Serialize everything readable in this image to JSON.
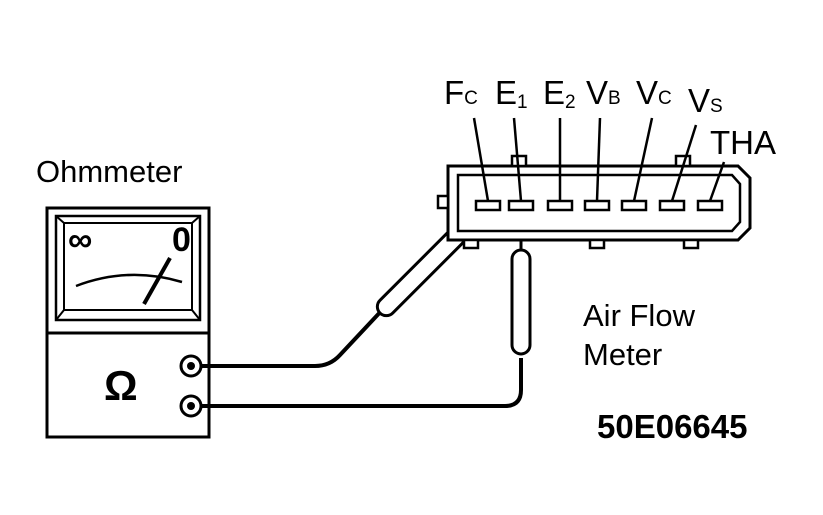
{
  "ohmmeter": {
    "title": "Ohmmeter",
    "scale_left": "∞",
    "scale_right": "0",
    "mode_symbol": "Ω"
  },
  "connector": {
    "terminals": [
      {
        "main": "F",
        "sub": "C"
      },
      {
        "main": "E",
        "sub": "1"
      },
      {
        "main": "E",
        "sub": "2"
      },
      {
        "main": "V",
        "sub": "B"
      },
      {
        "main": "V",
        "sub": "C"
      },
      {
        "main": "V",
        "sub": "S"
      },
      {
        "main": "THA",
        "sub": ""
      }
    ]
  },
  "component": {
    "line1": "Air Flow",
    "line2": "Meter"
  },
  "figure_code": "50E06645"
}
